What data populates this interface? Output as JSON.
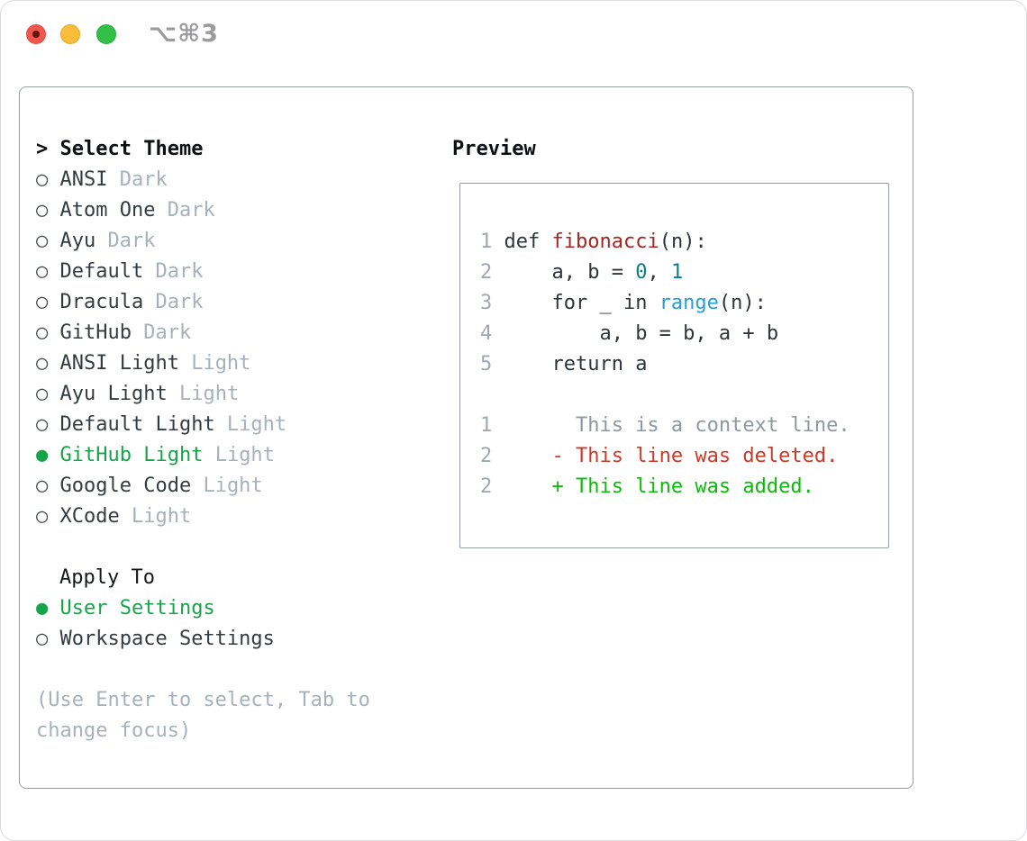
{
  "window": {
    "title": "⌥⌘3",
    "traffic_lights": [
      "close-button",
      "minimize-button",
      "zoom-button"
    ]
  },
  "theme_panel": {
    "prompt_display": "> ",
    "header": "Select Theme",
    "items": [
      {
        "name": "ANSI",
        "variant": "Dark",
        "selected": false
      },
      {
        "name": "Atom One",
        "variant": "Dark",
        "selected": false
      },
      {
        "name": "Ayu",
        "variant": "Dark",
        "selected": false
      },
      {
        "name": "Default",
        "variant": "Dark",
        "selected": false
      },
      {
        "name": "Dracula",
        "variant": "Dark",
        "selected": false
      },
      {
        "name": "GitHub",
        "variant": "Dark",
        "selected": false
      },
      {
        "name": "ANSI Light",
        "variant": "Light",
        "selected": false
      },
      {
        "name": "Ayu Light",
        "variant": "Light",
        "selected": false
      },
      {
        "name": "Default Light",
        "variant": "Light",
        "selected": false
      },
      {
        "name": "GitHub Light",
        "variant": "Light",
        "selected": true
      },
      {
        "name": "Google Code",
        "variant": "Light",
        "selected": false
      },
      {
        "name": "XCode",
        "variant": "Light",
        "selected": false
      }
    ],
    "unselected_marker": "○",
    "selected_marker": "●"
  },
  "apply_panel": {
    "header": "Apply To",
    "options": [
      {
        "label": "User Settings",
        "selected": true
      },
      {
        "label": "Workspace Settings",
        "selected": false
      }
    ]
  },
  "help": {
    "line1": "(Use Enter to select, Tab to",
    "line2": "change focus)"
  },
  "preview": {
    "header": "Preview",
    "code_lines": [
      {
        "num": "1",
        "tokens": [
          {
            "t": "def ",
            "c": "code"
          },
          {
            "t": "fibonacci",
            "c": "func"
          },
          {
            "t": "(n):",
            "c": "code"
          }
        ]
      },
      {
        "num": "2",
        "tokens": [
          {
            "t": "    a, b = ",
            "c": "code"
          },
          {
            "t": "0",
            "c": "num"
          },
          {
            "t": ", ",
            "c": "code"
          },
          {
            "t": "1",
            "c": "num"
          }
        ]
      },
      {
        "num": "3",
        "tokens": [
          {
            "t": "    for _ in ",
            "c": "code"
          },
          {
            "t": "range",
            "c": "call"
          },
          {
            "t": "(n):",
            "c": "code"
          }
        ]
      },
      {
        "num": "4",
        "tokens": [
          {
            "t": "        a, b = b, a + b",
            "c": "code"
          }
        ]
      },
      {
        "num": "5",
        "tokens": [
          {
            "t": "    return a",
            "c": "code"
          }
        ]
      }
    ],
    "diff_lines": [
      {
        "num": "1",
        "type": "context",
        "body": "       This is a context line."
      },
      {
        "num": "2",
        "type": "deleted",
        "body": "     - This line was deleted."
      },
      {
        "num": "2",
        "type": "added",
        "body": "     + This line was added."
      }
    ]
  },
  "colors": {
    "selected_green": "#17a449",
    "item_text": "#343b43",
    "variant_gray": "#a7b1bb",
    "help_gray": "#a7b1bb",
    "border_gray": "#939da6",
    "line_number_gray": "#9da8b3",
    "code_text": "#2e343c",
    "function_red": "#a52522",
    "number_teal": "#0c7f86",
    "call_blue": "#2b9bd4",
    "diff_context_gray": "#8f98a0",
    "diff_deleted_red": "#ca3a29",
    "diff_added_green": "#0cba0c",
    "traffic_red": "#f2574e",
    "traffic_yellow": "#f8bd39",
    "traffic_green": "#33c047",
    "titlebar_text": "#9a9a9f"
  }
}
